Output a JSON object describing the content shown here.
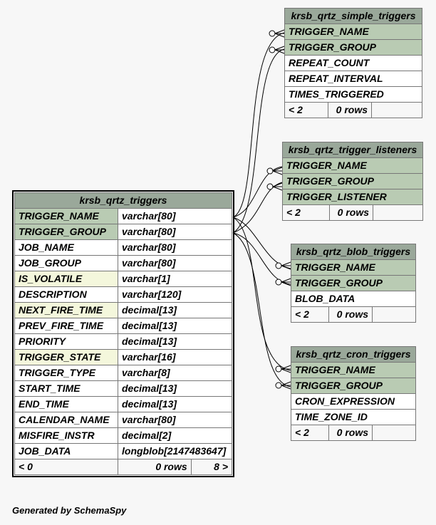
{
  "main_table": {
    "name": "krsb_qrtz_triggers",
    "columns": [
      {
        "name": "TRIGGER_NAME",
        "type": "varchar[80]",
        "key": "pk"
      },
      {
        "name": "TRIGGER_GROUP",
        "type": "varchar[80]",
        "key": "pk"
      },
      {
        "name": "JOB_NAME",
        "type": "varchar[80]",
        "key": ""
      },
      {
        "name": "JOB_GROUP",
        "type": "varchar[80]",
        "key": ""
      },
      {
        "name": "IS_VOLATILE",
        "type": "varchar[1]",
        "key": "idx"
      },
      {
        "name": "DESCRIPTION",
        "type": "varchar[120]",
        "key": ""
      },
      {
        "name": "NEXT_FIRE_TIME",
        "type": "decimal[13]",
        "key": "idx"
      },
      {
        "name": "PREV_FIRE_TIME",
        "type": "decimal[13]",
        "key": ""
      },
      {
        "name": "PRIORITY",
        "type": "decimal[13]",
        "key": ""
      },
      {
        "name": "TRIGGER_STATE",
        "type": "varchar[16]",
        "key": "idx"
      },
      {
        "name": "TRIGGER_TYPE",
        "type": "varchar[8]",
        "key": ""
      },
      {
        "name": "START_TIME",
        "type": "decimal[13]",
        "key": ""
      },
      {
        "name": "END_TIME",
        "type": "decimal[13]",
        "key": ""
      },
      {
        "name": "CALENDAR_NAME",
        "type": "varchar[80]",
        "key": ""
      },
      {
        "name": "MISFIRE_INSTR",
        "type": "decimal[2]",
        "key": ""
      },
      {
        "name": "JOB_DATA",
        "type": "longblob[2147483647]",
        "key": ""
      }
    ],
    "footer": {
      "parents": "< 0",
      "rows": "0 rows",
      "children": "8 >"
    }
  },
  "simple_triggers": {
    "name": "krsb_qrtz_simple_triggers",
    "columns": [
      {
        "name": "TRIGGER_NAME",
        "key": "pk"
      },
      {
        "name": "TRIGGER_GROUP",
        "key": "pk"
      },
      {
        "name": "REPEAT_COUNT",
        "key": ""
      },
      {
        "name": "REPEAT_INTERVAL",
        "key": ""
      },
      {
        "name": "TIMES_TRIGGERED",
        "key": ""
      }
    ],
    "footer": {
      "parents": "< 2",
      "rows": "0 rows"
    }
  },
  "trigger_listeners": {
    "name": "krsb_qrtz_trigger_listeners",
    "columns": [
      {
        "name": "TRIGGER_NAME",
        "key": "pk"
      },
      {
        "name": "TRIGGER_GROUP",
        "key": "pk"
      },
      {
        "name": "TRIGGER_LISTENER",
        "key": "pk"
      }
    ],
    "footer": {
      "parents": "< 2",
      "rows": "0 rows"
    }
  },
  "blob_triggers": {
    "name": "krsb_qrtz_blob_triggers",
    "columns": [
      {
        "name": "TRIGGER_NAME",
        "key": "pk"
      },
      {
        "name": "TRIGGER_GROUP",
        "key": "pk"
      },
      {
        "name": "BLOB_DATA",
        "key": ""
      }
    ],
    "footer": {
      "parents": "< 2",
      "rows": "0 rows"
    }
  },
  "cron_triggers": {
    "name": "krsb_qrtz_cron_triggers",
    "columns": [
      {
        "name": "TRIGGER_NAME",
        "key": "pk"
      },
      {
        "name": "TRIGGER_GROUP",
        "key": "pk"
      },
      {
        "name": "CRON_EXPRESSION",
        "key": ""
      },
      {
        "name": "TIME_ZONE_ID",
        "key": ""
      }
    ],
    "footer": {
      "parents": "< 2",
      "rows": "0 rows"
    }
  },
  "footer_text": "Generated by SchemaSpy",
  "colors": {
    "title_bg": "#9aa89a",
    "pk_bg": "#b9cbb3",
    "index_bg": "#f4f7dc",
    "background": "#f7f7f7"
  }
}
